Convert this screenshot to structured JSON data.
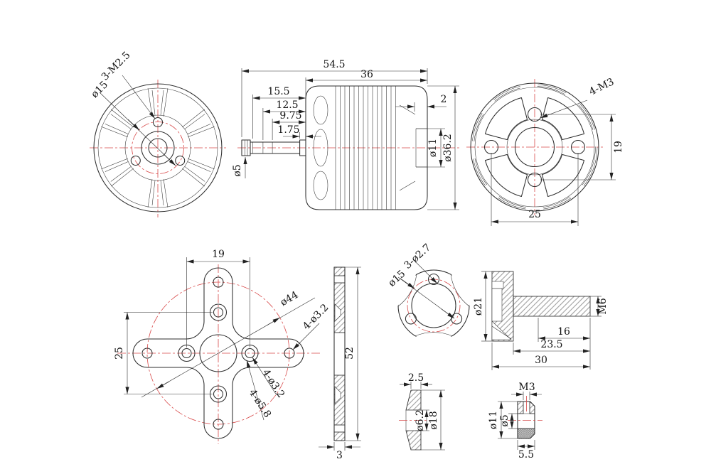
{
  "drawing": {
    "bell_front": {
      "hole_callout": "3-M2.5",
      "bolt_circle_dia": "ø15"
    },
    "motor_side": {
      "overall_length": "54.5",
      "body_length": "36",
      "shaft_len_a": "15.5",
      "shaft_len_b": "12.5",
      "shaft_len_c": "9.75",
      "shaft_len_d": "1.75",
      "shaft_dia": "ø5",
      "wall_thickness": "2",
      "boss_dia": "ø11",
      "body_dia": "ø36.2"
    },
    "mount_face": {
      "hole_callout": "4-M3",
      "hole_spacing_v": "19",
      "hole_spacing_h": "25"
    },
    "x_mount": {
      "hole_spacing_h": "19",
      "hole_spacing_v": "25",
      "outer_circle_dia": "ø44",
      "outer_hole_callout": "4-ø3.2",
      "inner_hole_callout": "4-ø3.2",
      "counterbore_callout": "4-ø5.8"
    },
    "x_mount_section": {
      "length": "52",
      "thickness": "3"
    },
    "washer_front": {
      "hole_callout": "3-ø2.7",
      "bolt_circle_dia": "ø15"
    },
    "prop_adapter": {
      "flange_dia": "ø21",
      "thread": "M6",
      "thread_length": "16",
      "stem_length": "23.5",
      "overall_length": "30"
    },
    "washer_section": {
      "thickness": "2.5",
      "bore_dia": "ø6.2",
      "outer_dia": "ø18"
    },
    "shaft_collar": {
      "thread": "M3",
      "outer_dia": "ø11",
      "bore_dia": "ø5",
      "width": "5.5"
    }
  }
}
